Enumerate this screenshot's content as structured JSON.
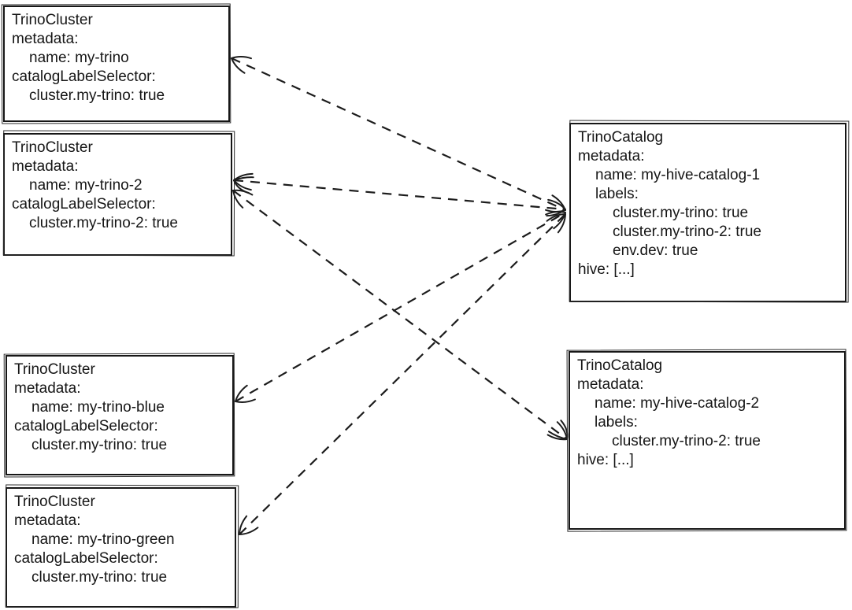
{
  "diagram": {
    "type": "entity-relationship-sketch",
    "background": "#ffffff",
    "stroke_color": "#1c1c1c",
    "edge_style": "dashed",
    "nodes": [
      {
        "id": "cluster-my-trino",
        "kind": "TrinoCluster",
        "lines": [
          {
            "text": "TrinoCluster"
          },
          {
            "text": "metadata:"
          },
          {
            "text": "name: my-trino"
          },
          {
            "text": "catalogLabelSelector:"
          },
          {
            "text": "cluster.my-trino: true"
          }
        ]
      },
      {
        "id": "cluster-my-trino-2",
        "kind": "TrinoCluster",
        "lines": [
          {
            "text": "TrinoCluster"
          },
          {
            "text": "metadata:"
          },
          {
            "text": "name: my-trino-2"
          },
          {
            "text": "catalogLabelSelector:"
          },
          {
            "text": "cluster.my-trino-2: true"
          }
        ]
      },
      {
        "id": "cluster-my-trino-blue",
        "kind": "TrinoCluster",
        "lines": [
          {
            "text": "TrinoCluster"
          },
          {
            "text": "metadata:"
          },
          {
            "text": "name: my-trino-blue"
          },
          {
            "text": "catalogLabelSelector:"
          },
          {
            "text": "cluster.my-trino: true"
          }
        ]
      },
      {
        "id": "cluster-my-trino-green",
        "kind": "TrinoCluster",
        "lines": [
          {
            "text": "TrinoCluster"
          },
          {
            "text": "metadata:"
          },
          {
            "text": "name: my-trino-green"
          },
          {
            "text": "catalogLabelSelector:"
          },
          {
            "text": "cluster.my-trino: true"
          }
        ]
      },
      {
        "id": "catalog-my-hive-catalog-1",
        "kind": "TrinoCatalog",
        "lines": [
          {
            "text": "TrinoCatalog"
          },
          {
            "text": "metadata:"
          },
          {
            "text": "name: my-hive-catalog-1"
          },
          {
            "text": "labels:"
          },
          {
            "text": "cluster.my-trino: true"
          },
          {
            "text": "cluster.my-trino-2: true"
          },
          {
            "text": "env.dev: true"
          },
          {
            "text": "hive: [...]"
          }
        ]
      },
      {
        "id": "catalog-my-hive-catalog-2",
        "kind": "TrinoCatalog",
        "lines": [
          {
            "text": "TrinoCatalog"
          },
          {
            "text": "metadata:"
          },
          {
            "text": "name: my-hive-catalog-2"
          },
          {
            "text": "labels:"
          },
          {
            "text": "cluster.my-trino-2: true"
          },
          {
            "text": "hive: [...]"
          }
        ]
      }
    ],
    "edges": [
      {
        "from": "cluster-my-trino",
        "to": "catalog-my-hive-catalog-1",
        "style": "dashed",
        "arrows": "both",
        "anchors": [
          294,
          74,
          718,
          267
        ]
      },
      {
        "from": "cluster-my-trino-2",
        "to": "catalog-my-hive-catalog-1",
        "style": "dashed",
        "arrows": "both",
        "double_start": true,
        "anchors": [
          297,
          229,
          718,
          266
        ]
      },
      {
        "from": "cluster-my-trino-blue",
        "to": "catalog-my-hive-catalog-1",
        "style": "dashed",
        "arrows": "both",
        "anchors": [
          299,
          510,
          718,
          270
        ]
      },
      {
        "from": "cluster-my-trino-green",
        "to": "catalog-my-hive-catalog-1",
        "style": "dashed",
        "arrows": "both",
        "anchors": [
          304,
          679,
          718,
          272
        ]
      },
      {
        "from": "cluster-my-trino-2",
        "to": "catalog-my-hive-catalog-2",
        "style": "dashed",
        "arrows": "both",
        "double_end": true,
        "anchors": [
          296,
          242,
          720,
          558
        ]
      }
    ]
  }
}
